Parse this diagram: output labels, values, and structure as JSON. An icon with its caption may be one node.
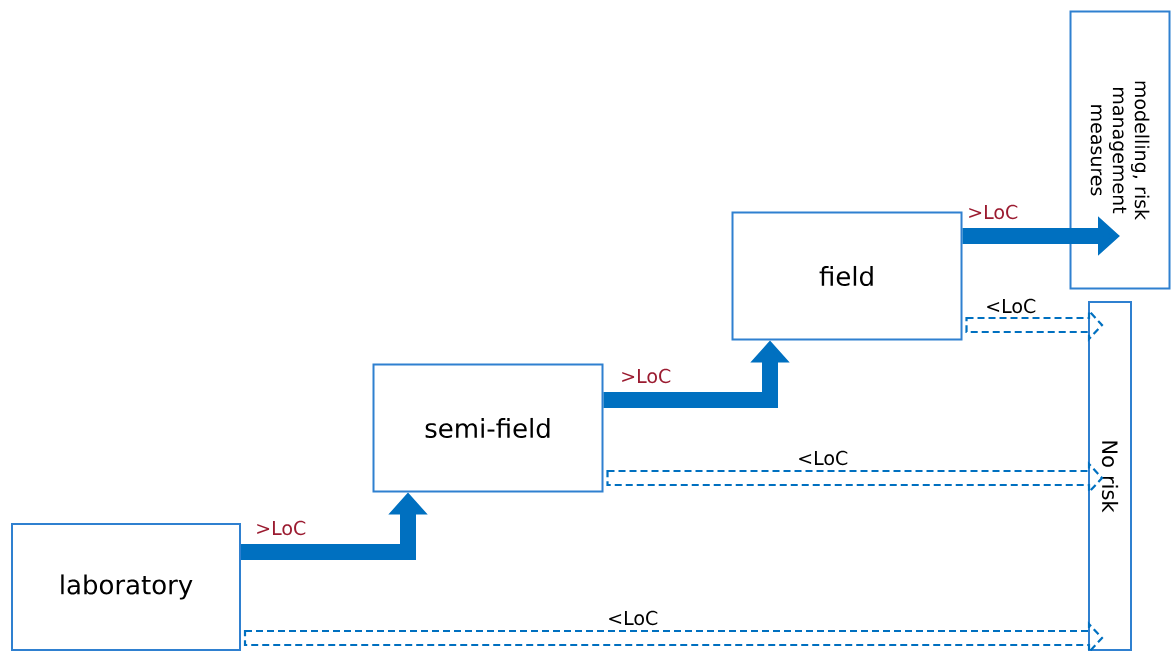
{
  "diagram": {
    "nodes": [
      {
        "text": [
          "laboratory"
        ]
      },
      {
        "text": [
          "semi-field"
        ]
      },
      {
        "text": [
          "field"
        ]
      },
      {
        "text": [
          "modelling, risk management measures"
        ]
      },
      {
        "text": [
          "No risk"
        ]
      }
    ],
    "edges": [
      {
        "from": 0,
        "to": 1,
        "arrow": "to",
        "label": ">LoC"
      },
      {
        "from": 0,
        "to": 4,
        "arrow": "to",
        "style": "dashed",
        "label": "<LoC"
      },
      {
        "from": 1,
        "to": 2,
        "arrow": "to",
        "label": ">LoC"
      },
      {
        "from": 1,
        "to": 4,
        "arrow": "to",
        "style": "dashed",
        "label": "<LoC"
      },
      {
        "from": 2,
        "to": 3,
        "arrow": "to",
        "label": ">LoC"
      },
      {
        "from": 2,
        "to": 4,
        "arrow": "to",
        "style": "dashed",
        "label": "<LoC"
      }
    ]
  }
}
